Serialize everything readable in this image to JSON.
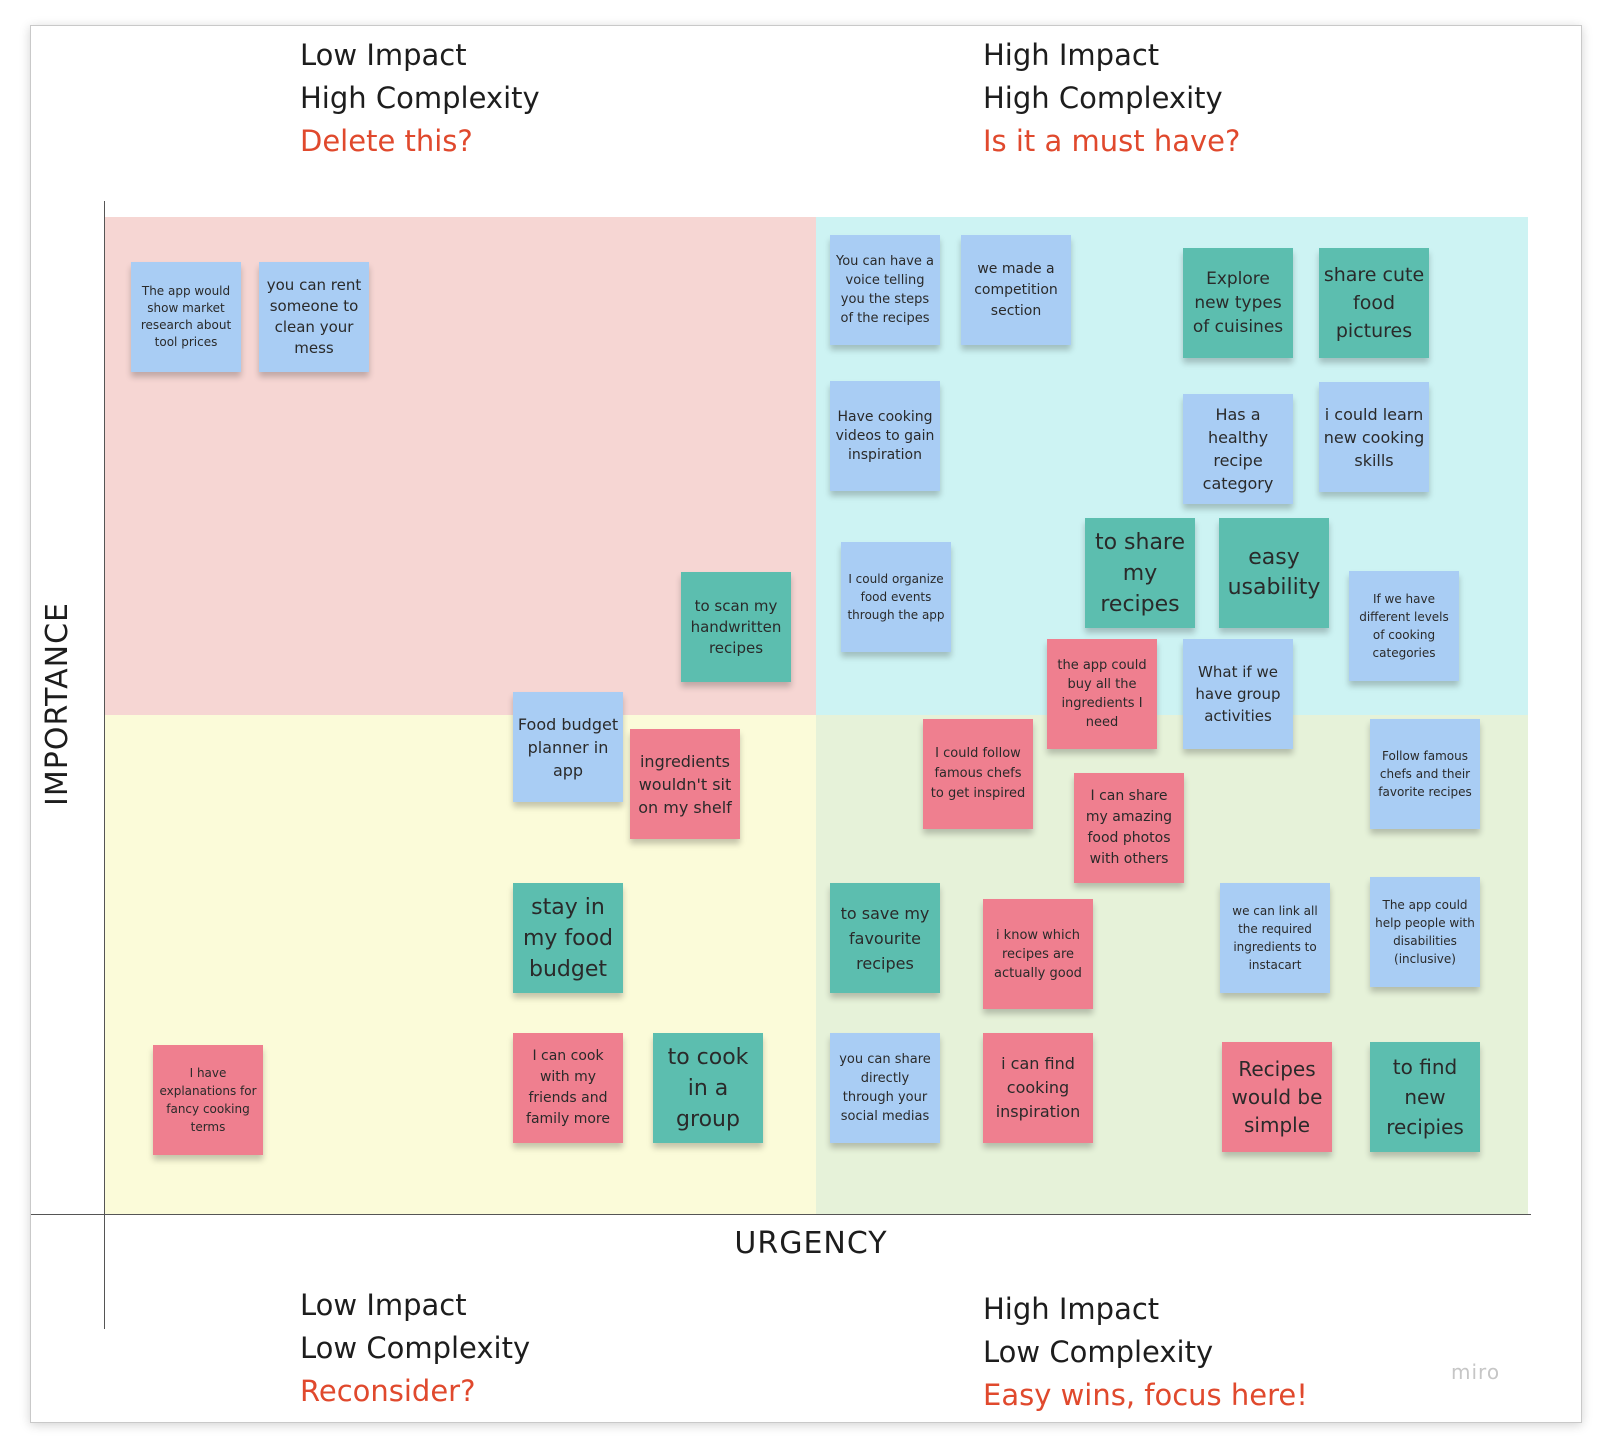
{
  "colors": {
    "quadrant_top_left": "#f6d6d3",
    "quadrant_top_right": "#cdf3f3",
    "quadrant_bottom_left": "#fbfbd9",
    "quadrant_bottom_right": "#e6f2d9",
    "note_blue": "#a9cdf4",
    "note_teal": "#5cbeaf",
    "note_red": "#ef7f8f",
    "question_text": "#e0492d"
  },
  "labels": {
    "top_left": {
      "line1": "Low Impact",
      "line2": "High Complexity",
      "question": "Delete this?"
    },
    "top_right": {
      "line1": "High Impact",
      "line2": "High Complexity",
      "question": "Is it a must have?"
    },
    "bottom_left": {
      "line1": "Low Impact",
      "line2": "Low Complexity",
      "question": "Reconsider?"
    },
    "bottom_right": {
      "line1": "High Impact",
      "line2": "Low Complexity",
      "question": "Easy wins, focus here!"
    }
  },
  "axes": {
    "x": "URGENCY",
    "y": "IMPORTANCE"
  },
  "watermark": "miro",
  "notes": [
    {
      "text": "The app would show market research about tool prices",
      "color": "blue",
      "quadrant": "top-left"
    },
    {
      "text": "you can rent someone to clean your mess",
      "color": "blue",
      "quadrant": "top-left"
    },
    {
      "text": "to scan my handwritten recipes",
      "color": "teal",
      "quadrant": "top-left"
    },
    {
      "text": "You can have a voice telling you the steps of the recipes",
      "color": "blue",
      "quadrant": "top-right"
    },
    {
      "text": "we made a competition section",
      "color": "blue",
      "quadrant": "top-right"
    },
    {
      "text": "Explore new types of cuisines",
      "color": "teal",
      "quadrant": "top-right"
    },
    {
      "text": "share cute food pictures",
      "color": "teal",
      "quadrant": "top-right"
    },
    {
      "text": "Have cooking videos to gain inspiration",
      "color": "blue",
      "quadrant": "top-right"
    },
    {
      "text": "Has a healthy recipe category",
      "color": "blue",
      "quadrant": "top-right"
    },
    {
      "text": "i could learn new cooking skills",
      "color": "blue",
      "quadrant": "top-right"
    },
    {
      "text": "I could organize food events through the app",
      "color": "blue",
      "quadrant": "top-right"
    },
    {
      "text": "to share my recipes",
      "color": "teal",
      "quadrant": "top-right"
    },
    {
      "text": "easy usability",
      "color": "teal",
      "quadrant": "top-right"
    },
    {
      "text": "If we have different levels of cooking categories",
      "color": "blue",
      "quadrant": "top-right"
    },
    {
      "text": "the app could buy all the ingredients I need",
      "color": "red",
      "quadrant": "top-right"
    },
    {
      "text": "What if we have group activities",
      "color": "blue",
      "quadrant": "top-right"
    },
    {
      "text": "Food budget planner in app",
      "color": "blue",
      "quadrant": "bottom-left"
    },
    {
      "text": "ingredients wouldn't sit on my shelf",
      "color": "red",
      "quadrant": "bottom-left"
    },
    {
      "text": "stay in my food budget",
      "color": "teal",
      "quadrant": "bottom-left"
    },
    {
      "text": "I have explanations for fancy cooking terms",
      "color": "red",
      "quadrant": "bottom-left"
    },
    {
      "text": "I can cook with my friends and family more",
      "color": "red",
      "quadrant": "bottom-left"
    },
    {
      "text": "to cook in a group",
      "color": "teal",
      "quadrant": "bottom-left"
    },
    {
      "text": "I could follow famous chefs to get inspired",
      "color": "red",
      "quadrant": "bottom-right"
    },
    {
      "text": "I can share my amazing food photos with others",
      "color": "red",
      "quadrant": "bottom-right"
    },
    {
      "text": "Follow famous chefs and their favorite recipes",
      "color": "blue",
      "quadrant": "bottom-right"
    },
    {
      "text": "to save my favourite recipes",
      "color": "teal",
      "quadrant": "bottom-right"
    },
    {
      "text": "i know which recipes are actually good",
      "color": "red",
      "quadrant": "bottom-right"
    },
    {
      "text": "we can link all the required ingredients to instacart",
      "color": "blue",
      "quadrant": "bottom-right"
    },
    {
      "text": "The app could help people with disabilities (inclusive)",
      "color": "blue",
      "quadrant": "bottom-right"
    },
    {
      "text": "you can share directly through your social medias",
      "color": "blue",
      "quadrant": "bottom-right"
    },
    {
      "text": "i can find cooking inspiration",
      "color": "red",
      "quadrant": "bottom-right"
    },
    {
      "text": "Recipes would be simple",
      "color": "red",
      "quadrant": "bottom-right"
    },
    {
      "text": "to find new recipies",
      "color": "teal",
      "quadrant": "bottom-right"
    }
  ]
}
